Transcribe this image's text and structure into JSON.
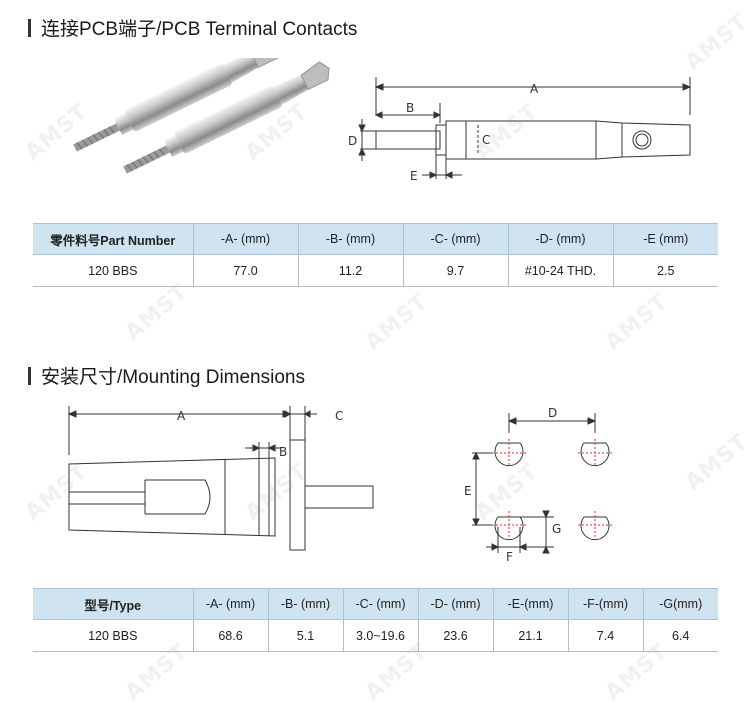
{
  "section1": {
    "title": "连接PCB端子/PCB Terminal Contacts",
    "drawing_labels": {
      "a": "A",
      "b": "B",
      "c": "C",
      "d": "D",
      "e": "E"
    },
    "table": {
      "headers": [
        "零件料号Part Number",
        "-A- (mm)",
        "-B- (mm)",
        "-C- (mm)",
        "-D- (mm)",
        "-E (mm)"
      ],
      "rows": [
        [
          "120 BBS",
          "77.0",
          "11.2",
          "9.7",
          "#10-24 THD.",
          "2.5"
        ]
      ]
    }
  },
  "section2": {
    "title": "安装尺寸/Mounting Dimensions",
    "drawing_labels": {
      "a": "A",
      "b": "B",
      "c": "C",
      "d": "D",
      "e": "E",
      "f": "F",
      "g": "G"
    },
    "table": {
      "headers": [
        "型号/Type",
        "-A- (mm)",
        "-B- (mm)",
        "-C- (mm)",
        "-D- (mm)",
        "-E-(mm)",
        "-F-(mm)",
        "-G(mm)"
      ],
      "rows": [
        [
          "120 BBS",
          "68.6",
          "5.1",
          "3.0~19.6",
          "23.6",
          "21.1",
          "7.4",
          "6.4"
        ]
      ]
    }
  },
  "watermark": "AMST"
}
